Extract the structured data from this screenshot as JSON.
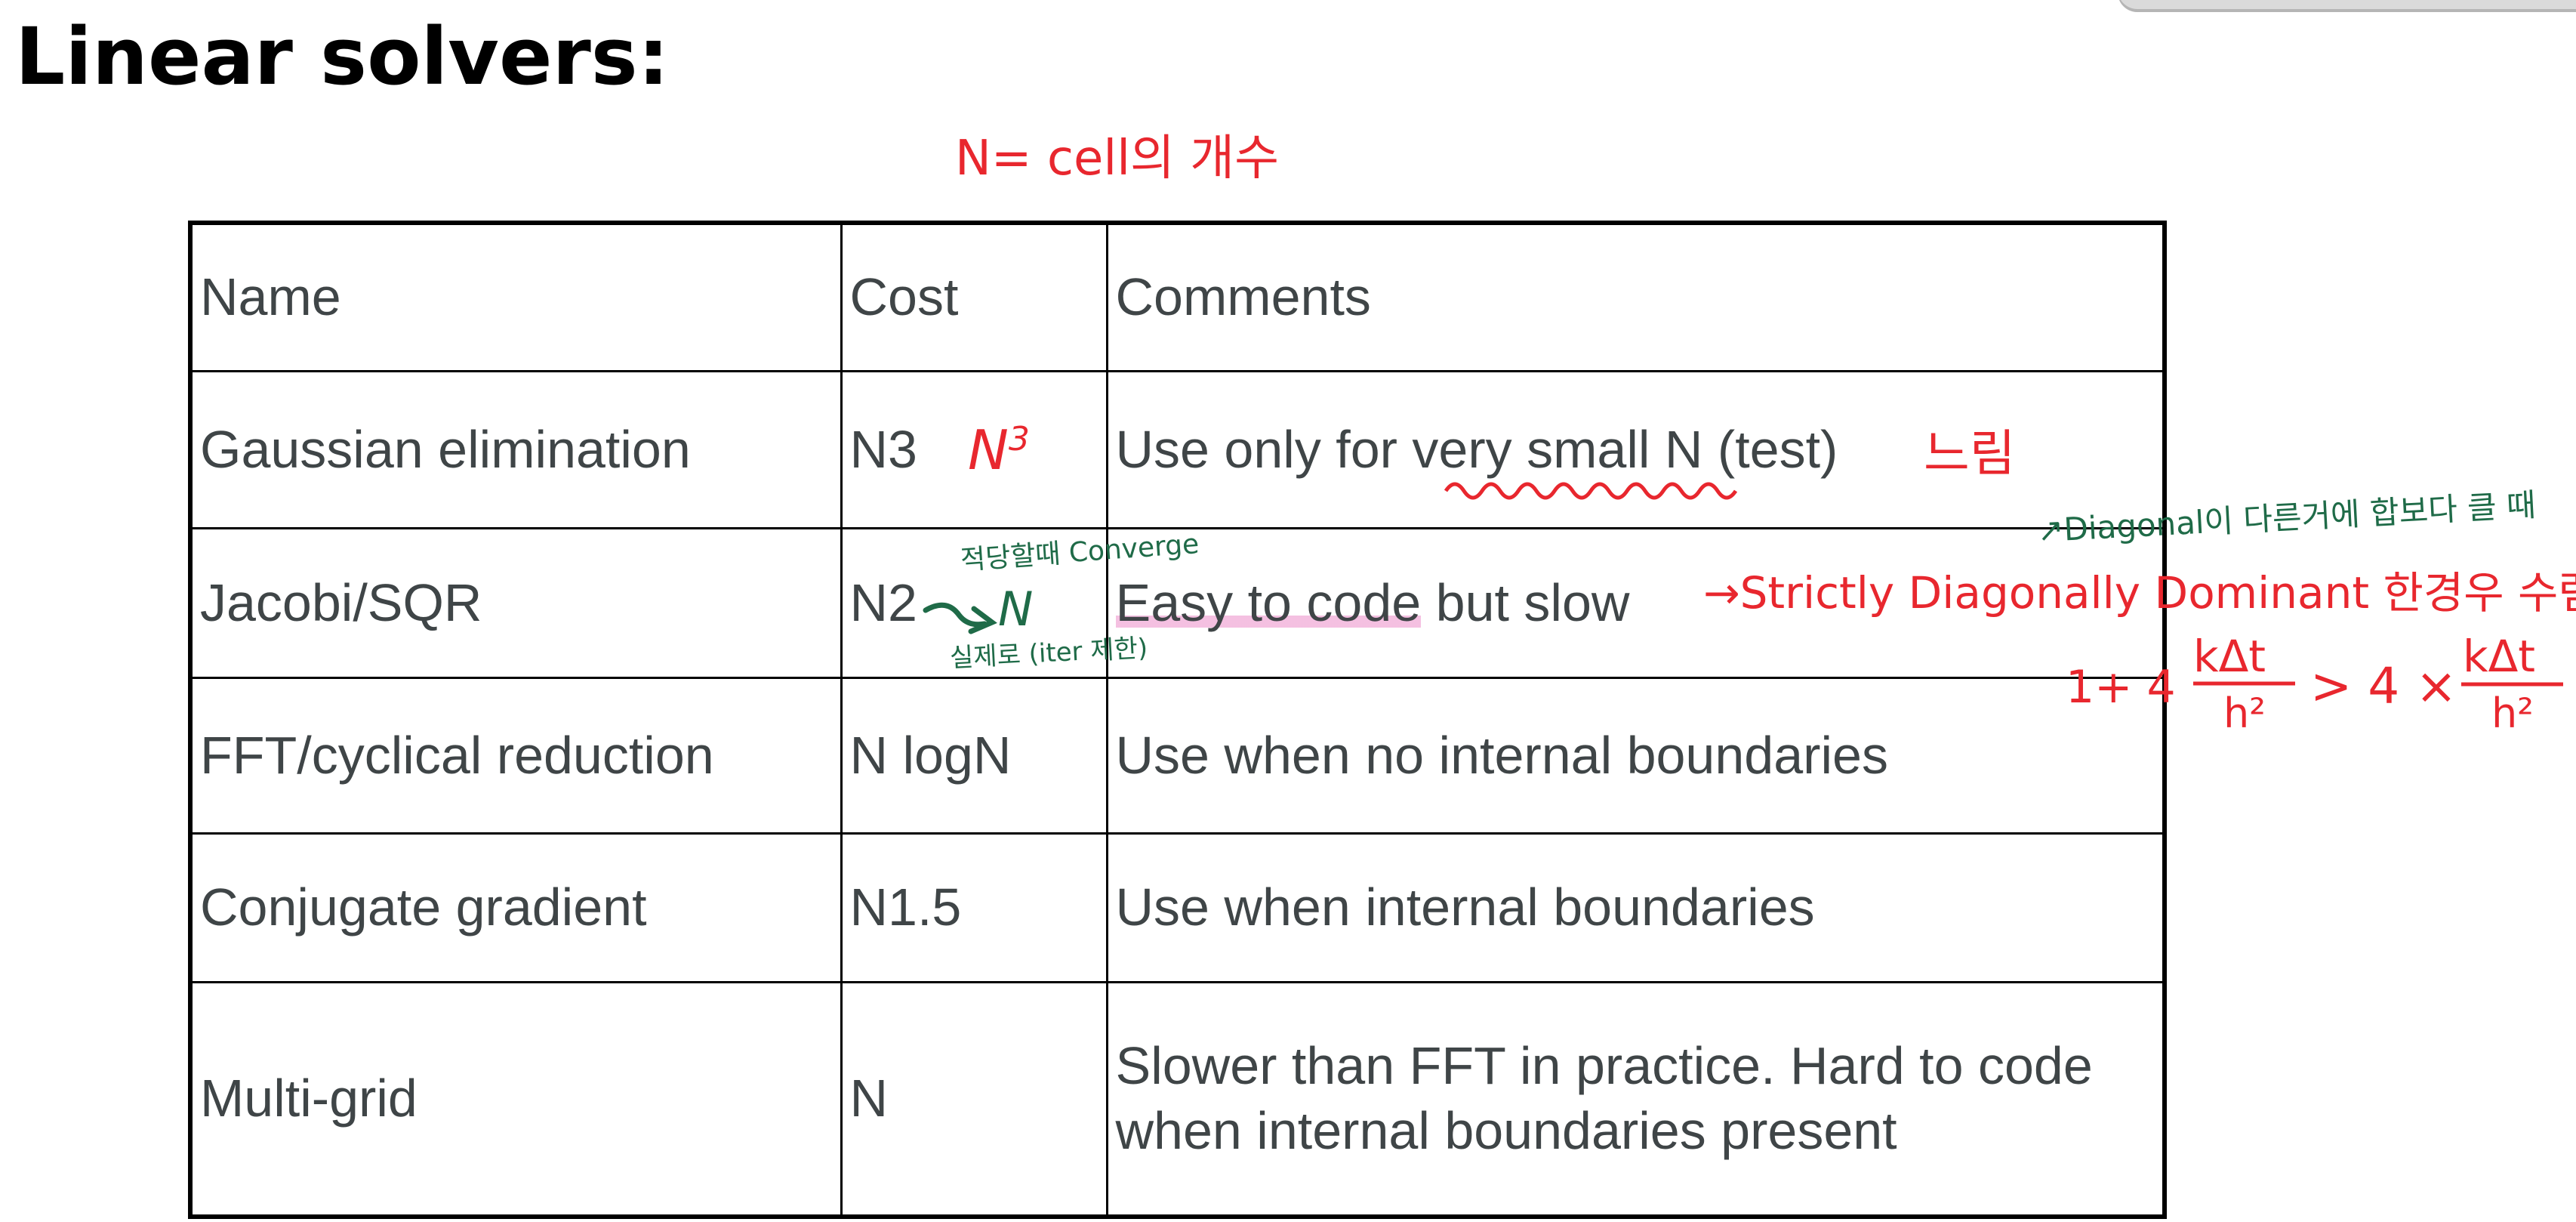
{
  "title": "Linear solvers:",
  "table": {
    "headers": [
      "Name",
      "Cost",
      "Comments"
    ],
    "rows": [
      {
        "name": "Gaussian elimination",
        "cost": "N3",
        "comment": "Use only for very small N (test)"
      },
      {
        "name": "Jacobi/SQR",
        "cost": "N2",
        "comment_highlight": "Easy to code",
        "comment_rest": " but slow"
      },
      {
        "name": "FFT/cyclical reduction",
        "cost": "N logN",
        "comment": "Use when no internal boundaries"
      },
      {
        "name": "Conjugate gradient",
        "cost": "N1.5",
        "comment": "Use when internal boundaries"
      },
      {
        "name": "Multi-grid",
        "cost": "N",
        "comment": "Slower than FFT in practice. Hard to code when internal boundaries present"
      }
    ]
  },
  "annotations": {
    "n_definition": "N= cell의 개수",
    "n_cubed_base": "N",
    "n_cubed_exp": "3",
    "slow": "느림",
    "converge": "적당할때 Converge",
    "jacobi_n": "N",
    "iteration_note": "실제로 (iter 제한)",
    "diag_note": "↗Diagonal이 다른거에 합보다 클 때",
    "strict": "→Strictly Diagonally Dominant 한경우 수렴",
    "ineq_left": "1+ 4",
    "ineq_num": "kΔt",
    "ineq_den": "h²",
    "ineq_op": "> 4 ×",
    "ineq_num2": "kΔt",
    "ineq_den2": "h²"
  },
  "colors": {
    "red_ink": "#e8272e",
    "green_ink": "#1f6b48",
    "highlight": "#ec8cc8",
    "table_text": "#3f4547"
  }
}
